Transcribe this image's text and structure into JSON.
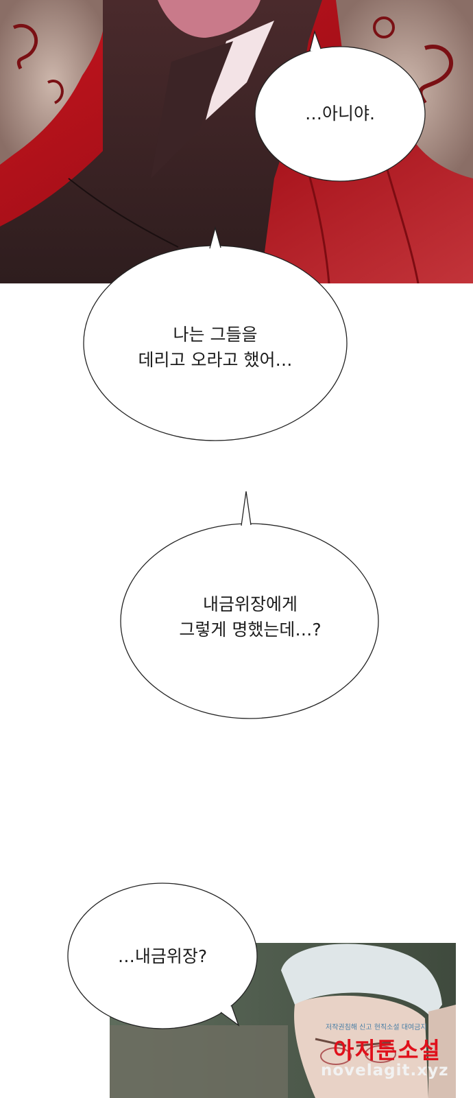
{
  "bubbles": {
    "b1": {
      "lines": [
        "…아니야."
      ]
    },
    "b2": {
      "lines": [
        "나는 그들을",
        "데리고 오라고 했어…"
      ]
    },
    "b3": {
      "lines": [
        "내금위장에게",
        "그렇게 명했는데…?"
      ]
    },
    "b4": {
      "lines": [
        "…내금위장?"
      ]
    }
  },
  "watermark": {
    "credit_text": "저작권침해 신고 현직소설 대여금지",
    "site_name": "아지툰소설",
    "site_url": "novelagit.xyz"
  },
  "colors": {
    "robe_red": "#b3121a",
    "dark_robe": "#3a2424",
    "bubble_fill": "#ffffff",
    "bubble_stroke": "#222222",
    "watermark_red": "#e0101b"
  }
}
